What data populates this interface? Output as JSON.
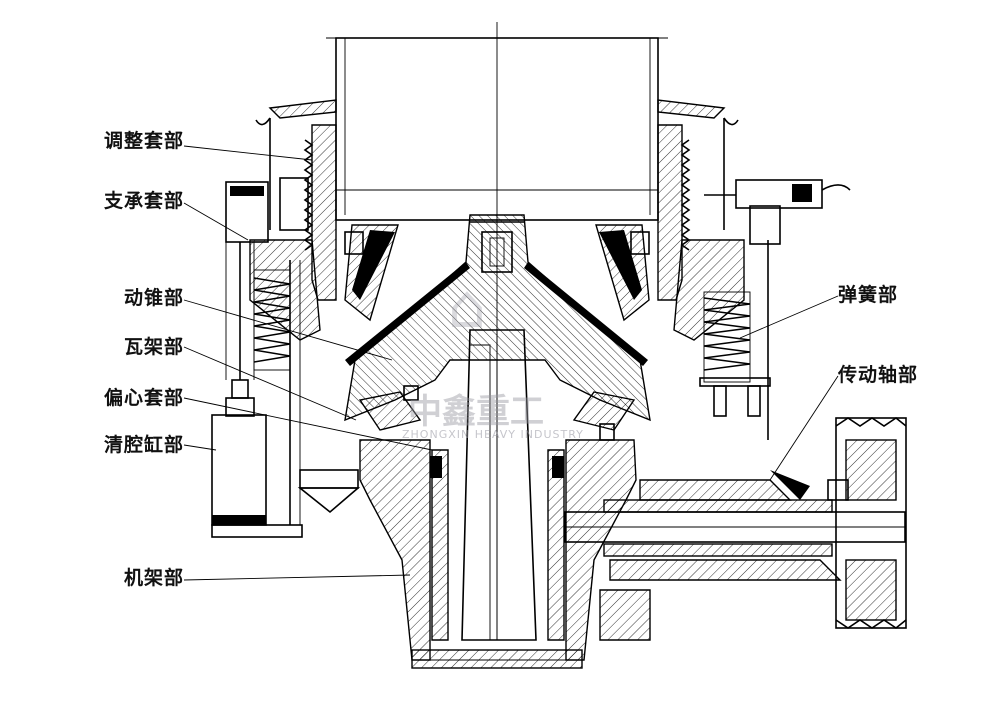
{
  "labels": {
    "adjust": "调整套部",
    "support": "支承套部",
    "moving_cone": "动锥部",
    "bowl_frame": "瓦架部",
    "eccentric": "偏心套部",
    "cavity_clear": "清腔缸部",
    "frame": "机架部",
    "spring": "弹簧部",
    "drive_shaft": "传动轴部"
  },
  "watermark": {
    "brand": "中鑫重工",
    "sub": "ZHONGXIN HEAVY INDUSTRY"
  },
  "colors": {
    "line": "#000000",
    "background": "#ffffff",
    "watermark": "#9696a0"
  }
}
